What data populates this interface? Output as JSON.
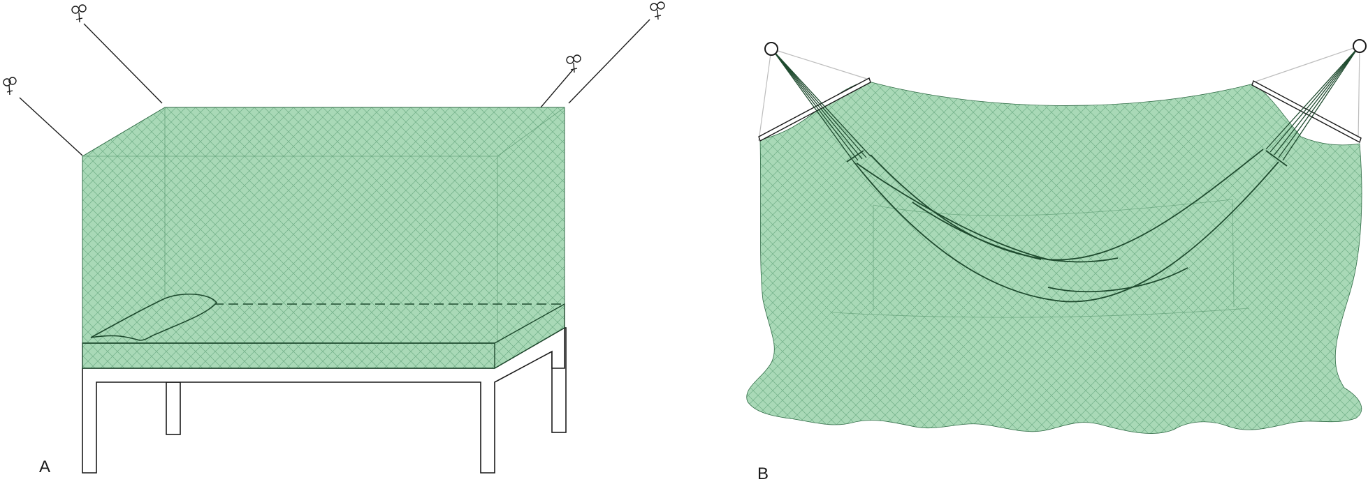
{
  "panels": [
    {
      "id": "A",
      "label": "A",
      "subject": "bed-net"
    },
    {
      "id": "B",
      "label": "B",
      "subject": "hammock-net"
    }
  ],
  "colors": {
    "net_fill": "#a9d9b7",
    "net_mesh": "#6fae86",
    "net_edge": "#2f6b45",
    "line": "#1a1a1a",
    "hammock": "#1e4a2e",
    "frame": "#ffffff",
    "support_line": "#bdbdbd"
  },
  "icons": [
    "hook-icon",
    "ring-icon"
  ]
}
